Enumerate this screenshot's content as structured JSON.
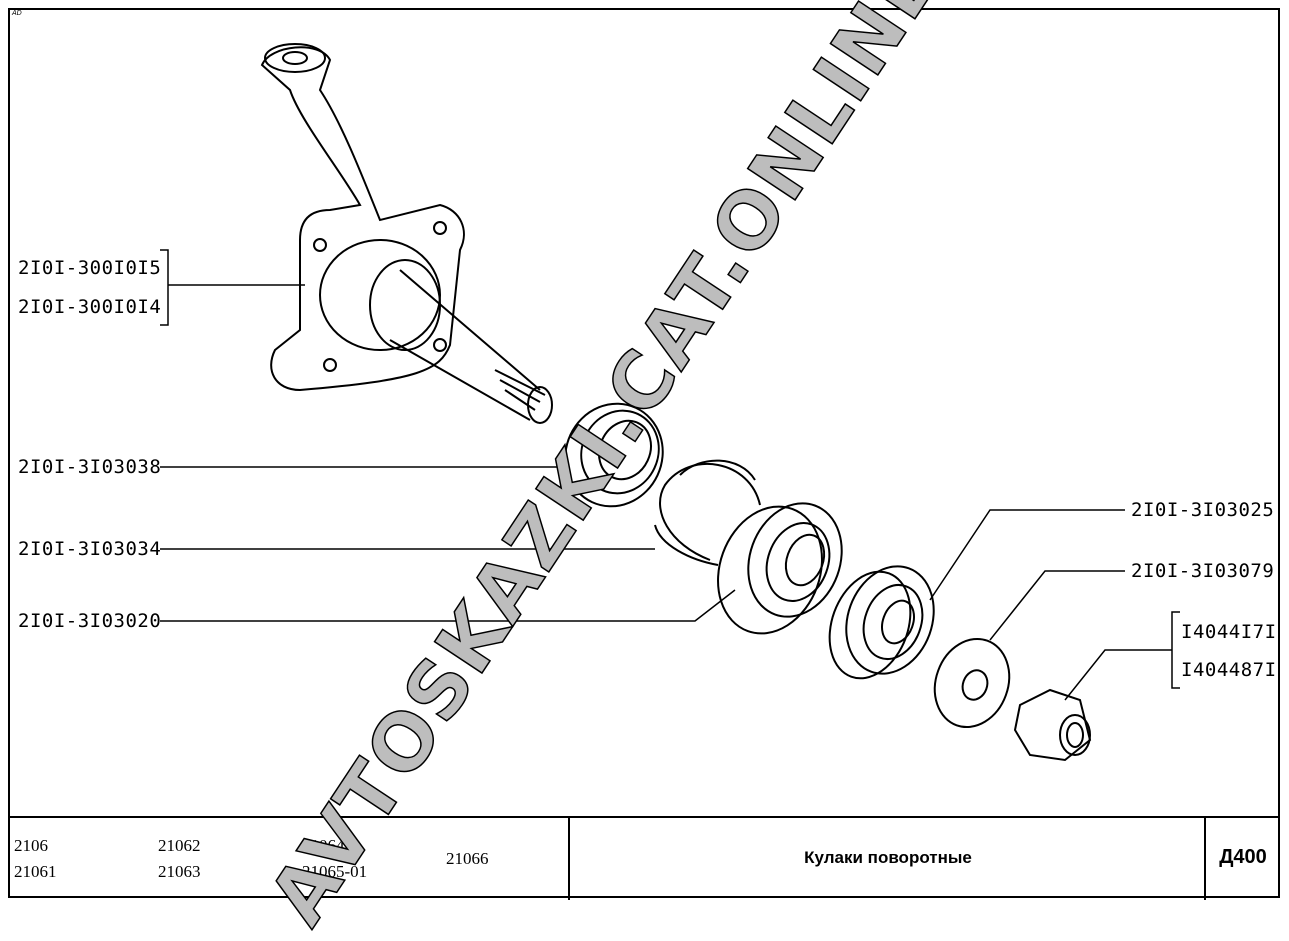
{
  "corner_mark": "AD",
  "parts": [
    {
      "id": "knuckle_a",
      "label": "2I0I-300I0I5"
    },
    {
      "id": "knuckle_b",
      "label": "2I0I-300I0I4"
    },
    {
      "id": "seal",
      "label": "2I0I-3I03038"
    },
    {
      "id": "ring",
      "label": "2I0I-3I03034"
    },
    {
      "id": "inner_bearing",
      "label": "2I0I-3I03020"
    },
    {
      "id": "outer_bearing",
      "label": "2I0I-3I03025"
    },
    {
      "id": "washer",
      "label": "2I0I-3I03079"
    },
    {
      "id": "nut_a",
      "label": "I4044I7I"
    },
    {
      "id": "nut_b",
      "label": "I404487I"
    }
  ],
  "models": {
    "col1": [
      "2106",
      "21061"
    ],
    "col2": [
      "21062",
      "21063"
    ],
    "col3": [
      "21064",
      "21065-01"
    ],
    "col4": [
      "21066"
    ]
  },
  "title": "Кулаки поворотные",
  "page_code": "Д400",
  "watermark": "AVTOSKAZKI.CAT.ONLINE"
}
